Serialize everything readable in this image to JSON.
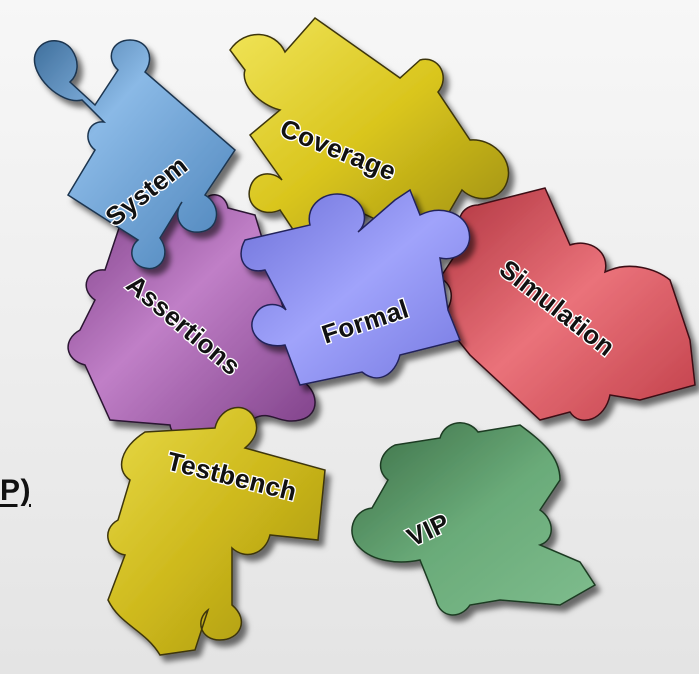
{
  "slide": {
    "partial_text": "P)"
  },
  "pieces": {
    "system": {
      "label": "System",
      "color": "#6ea6db"
    },
    "coverage": {
      "label": "Coverage",
      "color": "#dccb1e"
    },
    "assertions": {
      "label": "Assertions",
      "color": "#b06ab7"
    },
    "formal": {
      "label": "Formal",
      "color": "#8c8ff0"
    },
    "simulation": {
      "label": "Simulation",
      "color": "#e0575f"
    },
    "testbench": {
      "label": "Testbench",
      "color": "#d8c423"
    },
    "vip": {
      "label": "VIP",
      "color": "#5d9f6c"
    }
  },
  "icons": [
    "puzzle-piece-icon"
  ]
}
